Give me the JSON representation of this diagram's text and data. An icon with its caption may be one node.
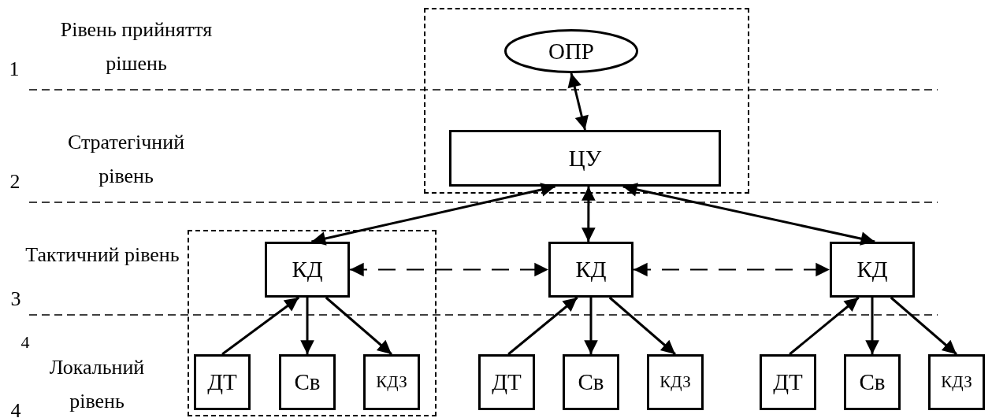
{
  "diagram": {
    "nodes": [
      {
        "text": [],
        "shape": "box"
      },
      {
        "text": [
          "ОПР"
        ],
        "in": 0
      },
      {
        "text": [
          "ЦУ"
        ],
        "in": 0
      },
      {
        "text": [],
        "shape": "box"
      },
      {
        "text": [
          "КД"
        ],
        "in": 3
      },
      {
        "text": [
          "ДТ"
        ],
        "in": 3
      },
      {
        "text": [
          "Св"
        ],
        "in": 3
      },
      {
        "text": [
          "КДЗ"
        ],
        "in": 3
      },
      {
        "text": [
          "КД"
        ]
      },
      {
        "text": [
          "ДТ"
        ]
      },
      {
        "text": [
          "Св"
        ]
      },
      {
        "text": [
          "КДЗ"
        ]
      },
      {
        "text": [
          "КД"
        ]
      },
      {
        "text": [
          "ДТ"
        ]
      },
      {
        "text": [
          "Св"
        ]
      },
      {
        "text": [
          "КДЗ"
        ]
      }
    ],
    "edges": [
      {
        "from": 1,
        "to": 2,
        "arrow": "both"
      },
      {
        "from": 2,
        "to": 4,
        "arrow": "both"
      },
      {
        "from": 2,
        "to": 8,
        "arrow": "both"
      },
      {
        "from": 2,
        "to": 12,
        "arrow": "both"
      },
      {
        "from": 4,
        "to": 8,
        "arrow": "both",
        "style": "dashed"
      },
      {
        "from": 8,
        "to": 12,
        "arrow": "both",
        "style": "dashed"
      },
      {
        "from": 5,
        "to": 4,
        "arrow": "to"
      },
      {
        "from": 4,
        "to": 6,
        "arrow": "to"
      },
      {
        "from": 4,
        "to": 7,
        "arrow": "to"
      },
      {
        "from": 9,
        "to": 8,
        "arrow": "to"
      },
      {
        "from": 8,
        "to": 10,
        "arrow": "to"
      },
      {
        "from": 8,
        "to": 11,
        "arrow": "to"
      },
      {
        "from": 13,
        "to": 12,
        "arrow": "to"
      },
      {
        "from": 12,
        "to": 14,
        "arrow": "to"
      },
      {
        "from": 12,
        "to": 15,
        "arrow": "to"
      }
    ],
    "labels": [
      "Рівень прийняття рішень",
      "1",
      "Стратегічний рівень",
      "2",
      "Тактичний рівень",
      "3",
      "4",
      "Локальний рівень",
      "4"
    ]
  }
}
